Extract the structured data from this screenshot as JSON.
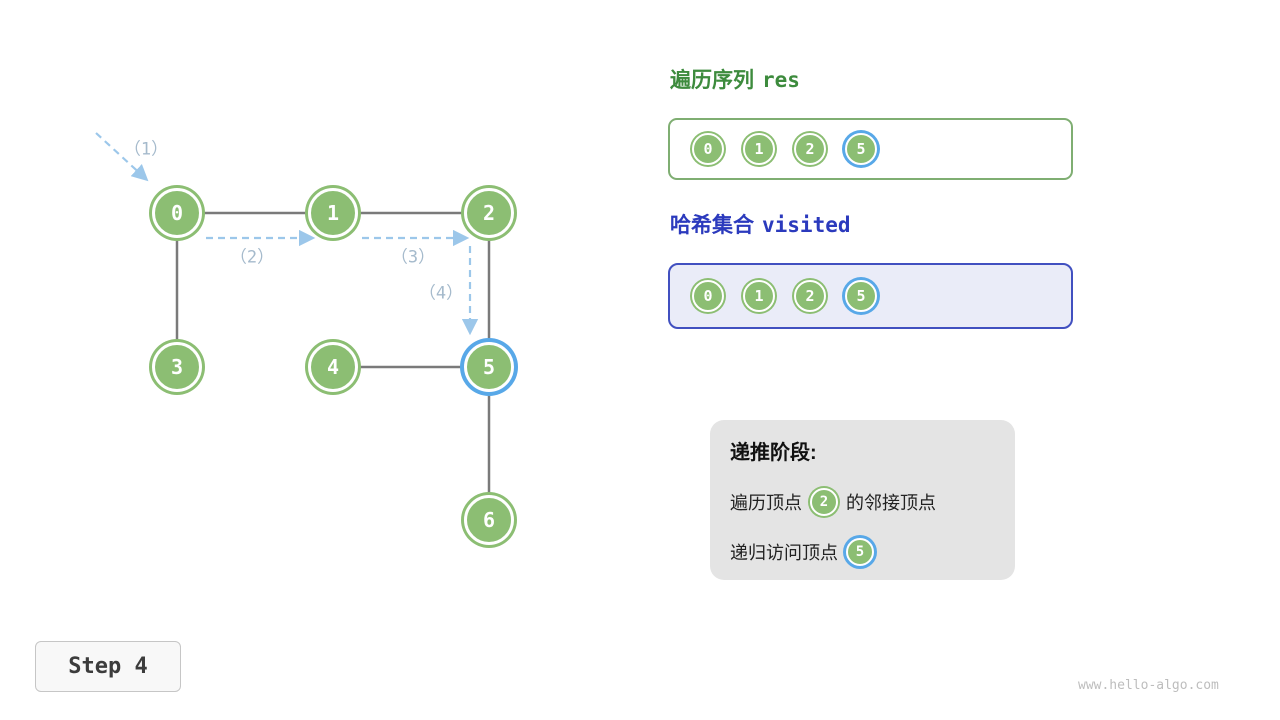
{
  "page": {
    "step_label": "Step 4",
    "watermark": "www.hello-algo.com"
  },
  "colors": {
    "node_green": "#8CBE73",
    "highlight_blue": "#58A8E8",
    "edge_gray": "#7A7A7A",
    "arrow_blue": "#9CC7EA",
    "res_border_green": "#7FAE72",
    "res_title_green": "#3D8B3D",
    "visited_border_blue": "#4150C0",
    "visited_bg": "#EAECF8",
    "visited_title_blue": "#2B3ABD",
    "info_bg": "#E4E4E4"
  },
  "graph": {
    "nodes": [
      {
        "label": "0",
        "highlighted": false
      },
      {
        "label": "1",
        "highlighted": false
      },
      {
        "label": "2",
        "highlighted": false
      },
      {
        "label": "3",
        "highlighted": false
      },
      {
        "label": "4",
        "highlighted": false
      },
      {
        "label": "5",
        "highlighted": true
      },
      {
        "label": "6",
        "highlighted": false
      }
    ],
    "edges": [
      [
        "0",
        "1"
      ],
      [
        "1",
        "2"
      ],
      [
        "0",
        "3"
      ],
      [
        "4",
        "5"
      ],
      [
        "2",
        "5"
      ],
      [
        "5",
        "6"
      ]
    ],
    "arrows": [
      {
        "label": "（1）",
        "from": "start",
        "to": "0"
      },
      {
        "label": "（2）",
        "from": "0",
        "to": "1"
      },
      {
        "label": "（3）",
        "from": "1",
        "to": "2"
      },
      {
        "label": "（4）",
        "from": "2",
        "to": "5"
      }
    ]
  },
  "res_panel": {
    "title_cn": "遍历序列",
    "title_code": "res",
    "items": [
      "0",
      "1",
      "2",
      "5"
    ],
    "highlighted": "5"
  },
  "visited_panel": {
    "title_cn": "哈希集合",
    "title_code": "visited",
    "items": [
      "0",
      "1",
      "2",
      "5"
    ],
    "highlighted": "5"
  },
  "info_box": {
    "title": "递推阶段:",
    "line1_prefix": "遍历顶点",
    "line1_node": "2",
    "line1_suffix": "的邻接顶点",
    "line2_prefix": "递归访问顶点",
    "line2_node": "5"
  }
}
